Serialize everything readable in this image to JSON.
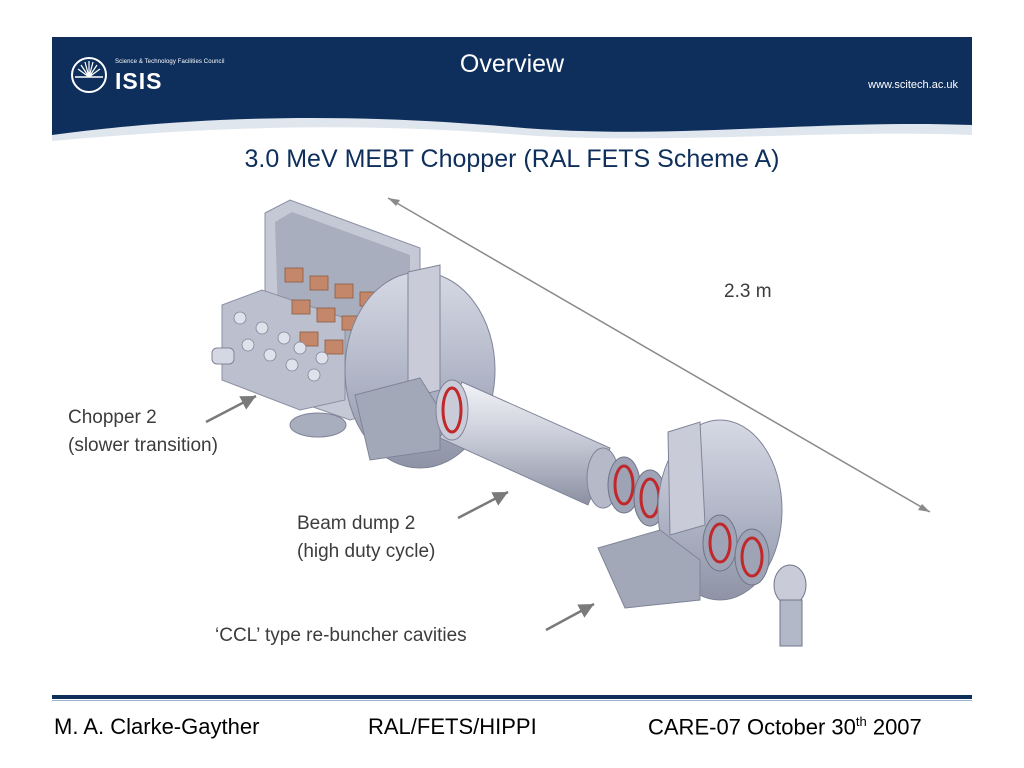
{
  "header": {
    "logo_tagline": "Science & Technology Facilities Council",
    "logo_name": "ISIS",
    "title": "Overview",
    "website": "www.scitech.ac.uk"
  },
  "slide": {
    "subtitle": "3.0 MeV MEBT Chopper (RAL FETS Scheme A)",
    "dimension_label": "2.3 m",
    "labels": {
      "chopper_line1": "Chopper 2",
      "chopper_line2": "(slower transition)",
      "dump_line1": "Beam dump 2",
      "dump_line2": "(high duty cycle)",
      "ccl": "‘CCL’ type re-buncher cavities"
    }
  },
  "footer": {
    "author": "M. A. Clarke-Gayther",
    "project": "RAL/FETS/HIPPI",
    "event_prefix": "CARE-07 October 30",
    "event_sup": "th",
    "event_suffix": " 2007"
  },
  "colors": {
    "navy": "#0e2f5c",
    "steel": "#b8bccc",
    "copper": "#c4876a",
    "red": "#c0282a"
  }
}
